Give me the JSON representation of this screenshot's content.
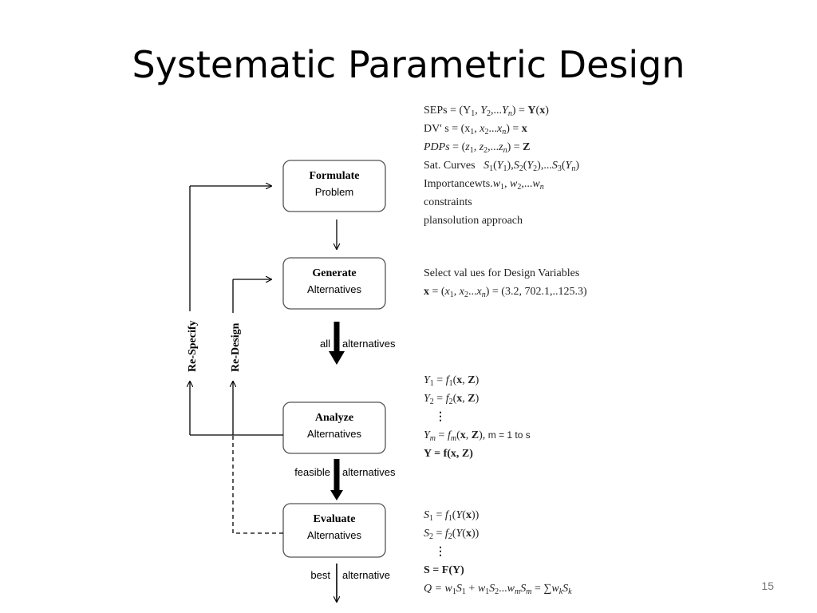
{
  "slide": {
    "title": "Systematic Parametric Design",
    "page_number": "15"
  },
  "boxes": [
    {
      "title": "Formulate",
      "subtitle": "Problem"
    },
    {
      "title": "Generate",
      "subtitle": "Alternatives"
    },
    {
      "title": "Analyze",
      "subtitle": "Alternatives"
    },
    {
      "title": "Evaluate",
      "subtitle": "Alternatives"
    }
  ],
  "flow_labels": {
    "all": [
      "all",
      "alternatives"
    ],
    "feasible": [
      "feasible",
      "alternatives"
    ],
    "best": [
      "best",
      "alternative"
    ]
  },
  "loop_labels": {
    "respecify": "Re-Specify",
    "redesign": "Re-Design"
  },
  "formulate_notes": {
    "seps": "SEPs = (Y",
    "dvs": "DV' s = (x",
    "pdps": "PDPs",
    "sat_curves": "Sat. Curves",
    "importance": "Importancewts.",
    "constraints": "constraints",
    "plan": "plansolution approach"
  },
  "generate_notes": {
    "select": "Select val ues for Design Variables",
    "values": "(3.2, 702.1,..125.3)"
  },
  "analyze_notes": {
    "m_range": "m = 1 to s",
    "summary": "Y = f(x, Z)"
  },
  "evaluate_notes": {
    "summary": "S = F(Y)",
    "objective": "Q = w"
  }
}
